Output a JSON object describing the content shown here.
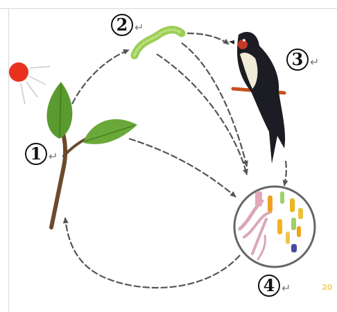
{
  "labels": {
    "plant": "1",
    "caterpillar": "2",
    "bird": "3",
    "decomposers": "4",
    "return_mark": "↵"
  },
  "watermark": "20",
  "colors": {
    "sun": "#e8321f",
    "leaf": "#5a9a2e",
    "stem": "#6b4a2e",
    "caterpillar": "#9acd55",
    "arrow": "#555555",
    "circle": "#666666"
  }
}
